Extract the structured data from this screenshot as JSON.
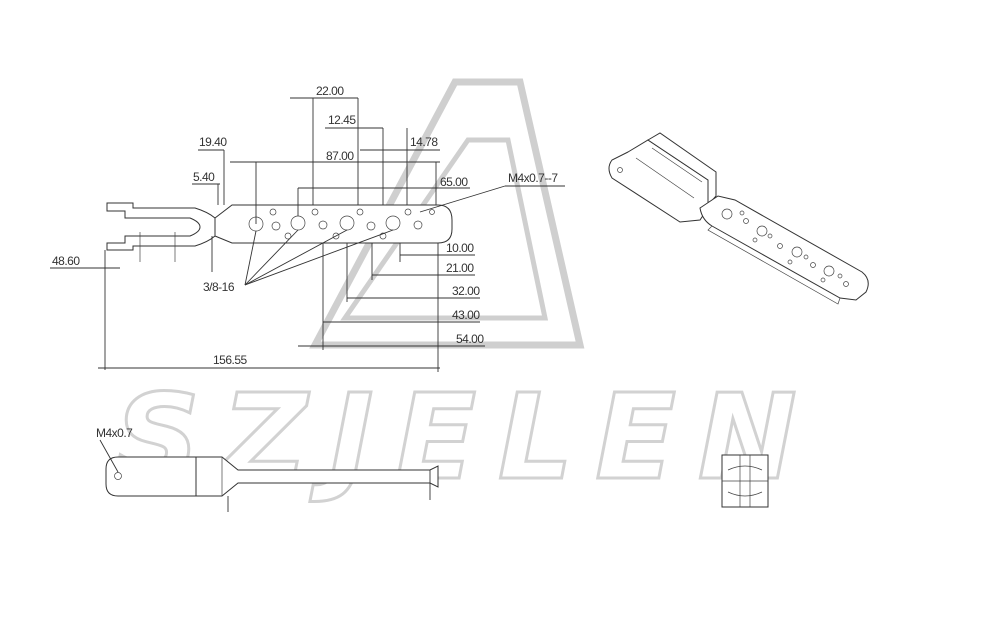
{
  "watermark": {
    "brand": "SZJELEN"
  },
  "dimensions": {
    "d_22_00": "22.00",
    "d_12_45": "12.45",
    "d_14_78": "14.78",
    "d_19_40": "19.40",
    "d_87_00": "87.00",
    "d_5_40": "5.40",
    "d_65_00": "65.00",
    "thread_m4_07_7": "M4x0.7--7",
    "d_48_60": "48.60",
    "d_10_00": "10.00",
    "d_21_00": "21.00",
    "hole_3_8_16": "3/8-16",
    "d_32_00": "32.00",
    "d_43_00": "43.00",
    "d_54_00": "54.00",
    "d_156_55": "156.55",
    "thread_m4_07": "M4x0.7"
  }
}
